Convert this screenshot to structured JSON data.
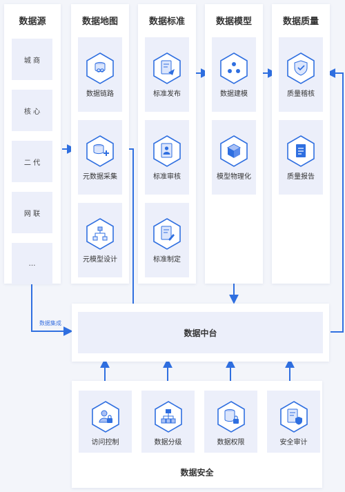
{
  "columns": {
    "source": "数据源",
    "map": "数据地图",
    "standard": "数据标准",
    "model": "数据模型",
    "quality": "数据质量"
  },
  "sources": [
    "城 商",
    "核 心",
    "二 代",
    "网 联",
    "…"
  ],
  "nodes": {
    "lineage": "数据链路",
    "meta_collect": "元数据采集",
    "meta_design": "元模型设计",
    "std_publish": "标准发布",
    "std_review": "标准审核",
    "std_define": "标准制定",
    "model_build": "数据建模",
    "model_physical": "模型物理化",
    "quality_audit": "质量稽核",
    "quality_report": "质量报告"
  },
  "hub": "数据中台",
  "integration_label": "数据集成",
  "security": {
    "title": "数据安全",
    "items": [
      "访问控制",
      "数据分级",
      "数据权限",
      "安全审计"
    ]
  },
  "colors": {
    "accent": "#2f6fe0",
    "node_bg": "#eceffa",
    "panel_bg": "#ffffff",
    "page_bg": "#f3f5fa"
  },
  "icons": {
    "lineage": "link-icon",
    "meta_collect": "database-add-icon",
    "meta_design": "tree-structure-icon",
    "std_publish": "document-send-icon",
    "std_review": "document-user-icon",
    "std_define": "document-edit-icon",
    "model_build": "three-dots-icon",
    "model_physical": "cube-icon",
    "quality_audit": "shield-check-icon",
    "quality_report": "report-icon",
    "access_control": "user-lock-icon",
    "classification": "hierarchy-icon",
    "permission": "database-lock-icon",
    "audit": "document-shield-icon"
  }
}
